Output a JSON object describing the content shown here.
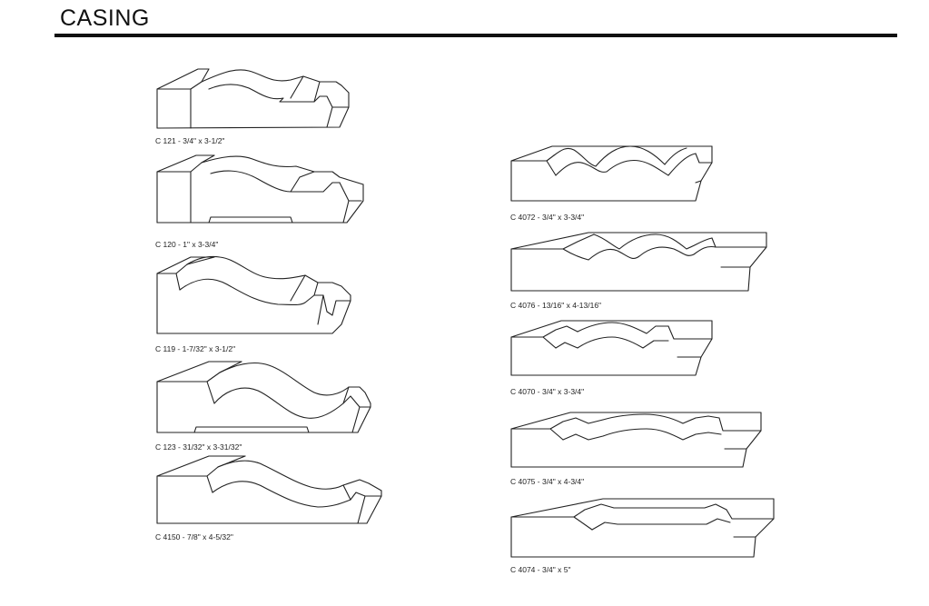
{
  "header": {
    "title": "CASING"
  },
  "profiles": [
    {
      "id": "c121",
      "label": "C 121 - 3/4\" x 3-1/2\""
    },
    {
      "id": "c120",
      "label": "C 120 - 1\" x 3-3/4\""
    },
    {
      "id": "c119",
      "label": "C 119 - 1-7/32\" x 3-1/2\""
    },
    {
      "id": "c123",
      "label": "C 123 - 31/32\" x 3-31/32\""
    },
    {
      "id": "c4150",
      "label": "C 4150 - 7/8\" x 4-5/32\""
    },
    {
      "id": "c4072",
      "label": "C 4072 - 3/4\" x 3-3/4\""
    },
    {
      "id": "c4076",
      "label": "C 4076 - 13/16\" x 4-13/16\""
    },
    {
      "id": "c4070",
      "label": "C 4070 - 3/4\" x 3-3/4\""
    },
    {
      "id": "c4075",
      "label": "C 4075 - 3/4\" x 4-3/4\""
    },
    {
      "id": "c4074",
      "label": "C 4074 - 3/4\" x 5\""
    }
  ]
}
